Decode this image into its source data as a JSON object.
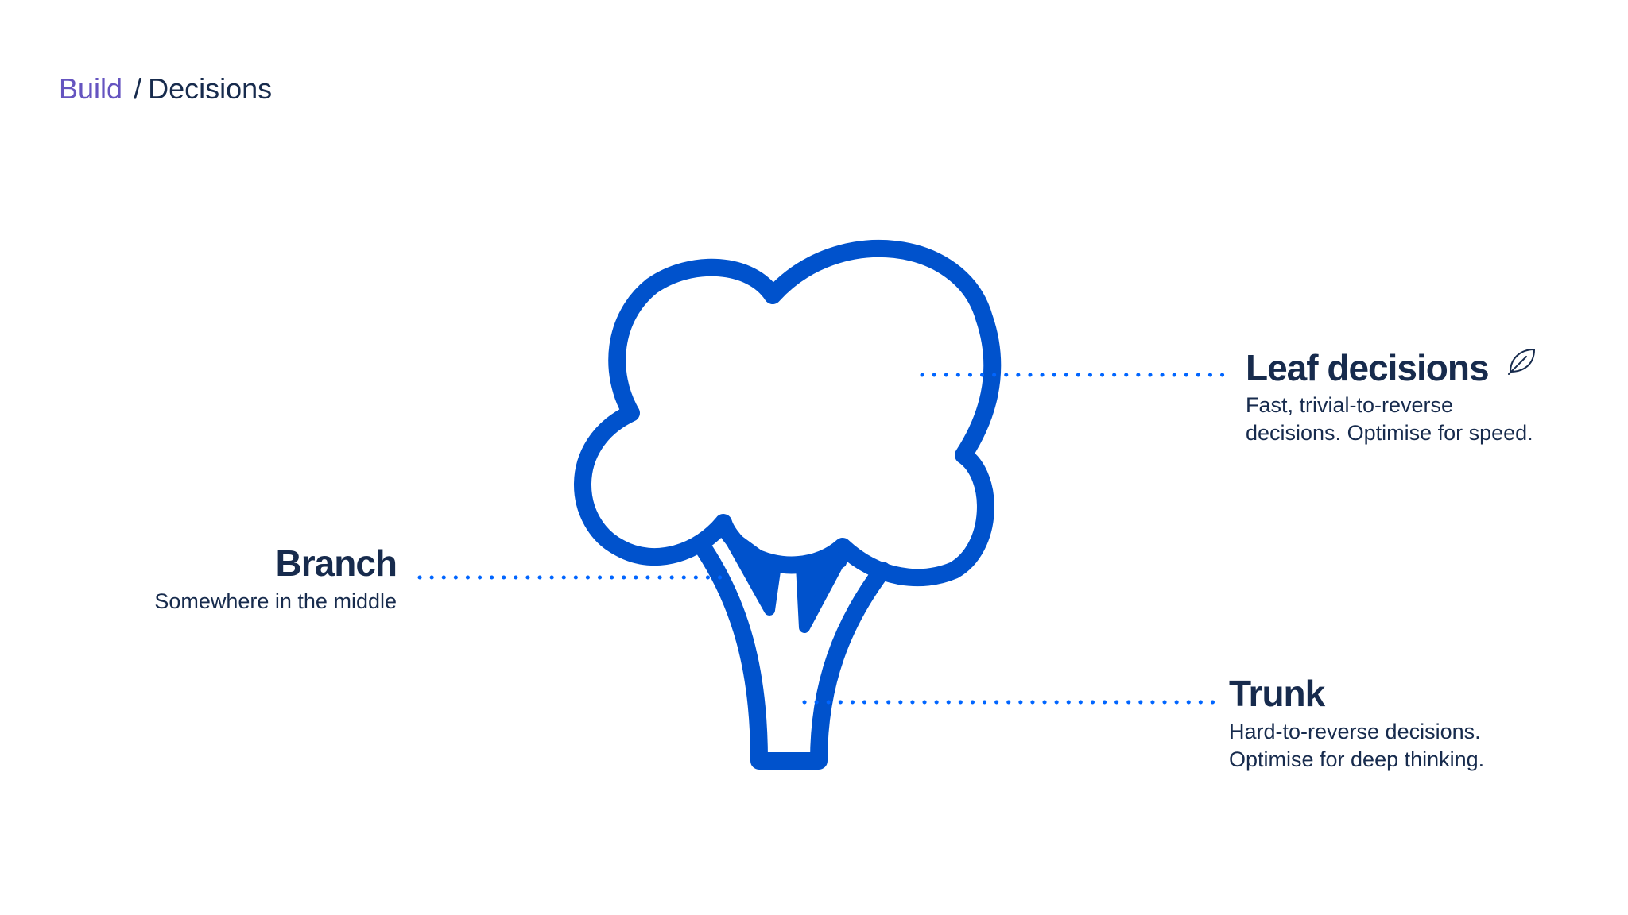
{
  "breadcrumb": {
    "parent": "Build",
    "separator": "/",
    "current": "Decisions"
  },
  "colors": {
    "accent_purple": "#6554c0",
    "text_navy": "#172b4d",
    "tree_blue": "#0052cc",
    "dot_blue": "#0065ff"
  },
  "labels": {
    "leaf": {
      "title": "Leaf decisions",
      "desc_line1": "Fast, trivial-to-reverse",
      "desc_line2": "decisions. Optimise for speed.",
      "icon": "leaf-icon"
    },
    "branch": {
      "title": "Branch",
      "desc": "Somewhere in the middle"
    },
    "trunk": {
      "title": "Trunk",
      "desc_line1": "Hard-to-reverse decisions.",
      "desc_line2": "Optimise for deep thinking."
    }
  },
  "illustration": {
    "icon": "tree-icon"
  }
}
